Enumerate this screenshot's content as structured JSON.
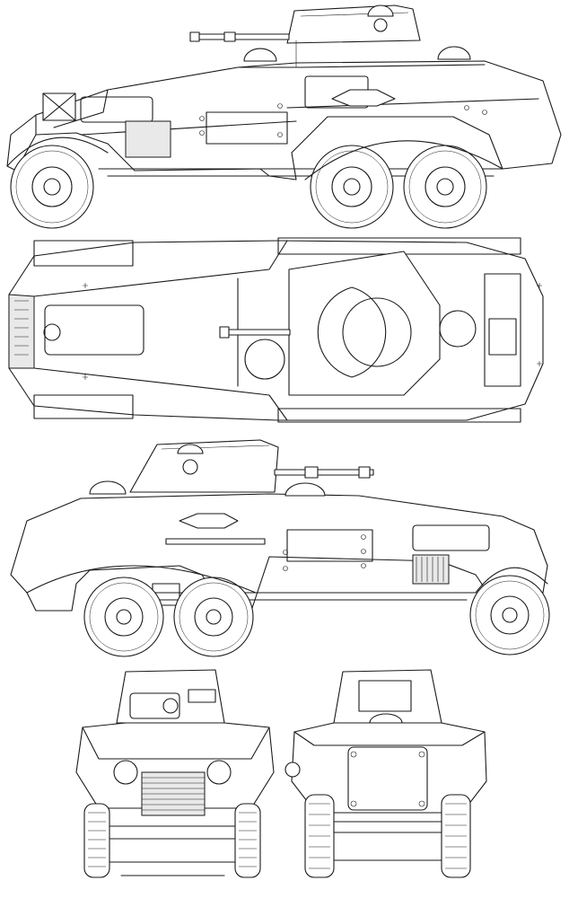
{
  "drawing": {
    "subject": "",
    "views": [
      {
        "id": "side-left"
      },
      {
        "id": "top"
      },
      {
        "id": "side-right"
      },
      {
        "id": "front"
      },
      {
        "id": "rear"
      }
    ]
  },
  "colors": {
    "line": "#1a1a1a",
    "background": "#ffffff",
    "shade": "#e9e9e9"
  }
}
